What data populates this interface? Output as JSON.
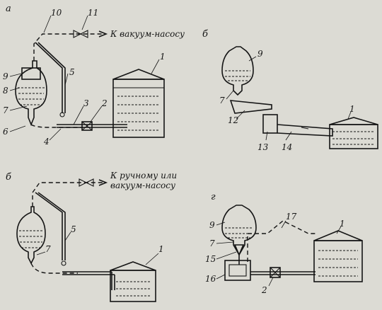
{
  "panels": {
    "a": {
      "letter": "а",
      "pump_label": "К вакуум-насосу",
      "numbers": [
        "10",
        "11",
        "1",
        "9",
        "8",
        "5",
        "7",
        "3",
        "2",
        "6",
        "4"
      ]
    },
    "b": {
      "letter": "б",
      "numbers": [
        "9",
        "7",
        "1",
        "12",
        "13",
        "14"
      ]
    },
    "v": {
      "letter": "б",
      "pump_label_line1": "К ручному или",
      "pump_label_line2": "вакуум-насосу",
      "numbers": [
        "5",
        "7",
        "1"
      ]
    },
    "g": {
      "letter": "г",
      "numbers": [
        "9",
        "7",
        "17",
        "1",
        "15",
        "16",
        "2"
      ]
    }
  },
  "colors": {
    "paper": "#dcdbd4",
    "ink": "#151515"
  }
}
